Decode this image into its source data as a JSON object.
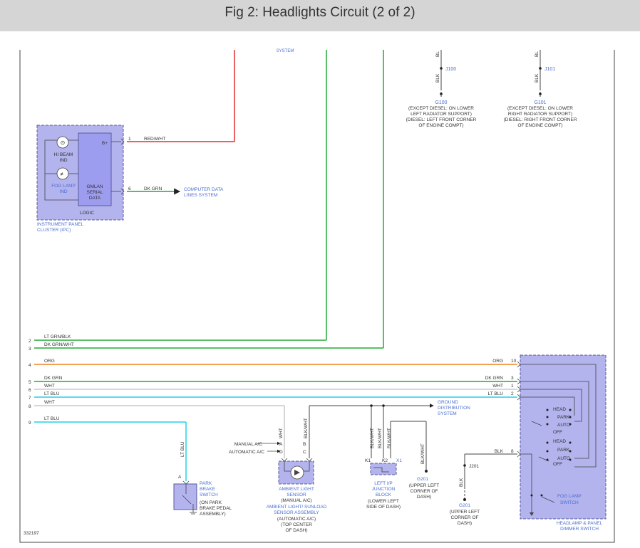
{
  "title": "Fig 2: Headlights Circuit (2 of 2)",
  "figure_id": "332197",
  "colors": {
    "red": "#e03030",
    "green": "#22aa33",
    "orange": "#f08020",
    "white_wire": "#c8c8c8",
    "cyan": "#20d0e8",
    "component_fill": "#b3b3ee",
    "component_border": "#5a5a9a",
    "logic_fill": "#9d9df0",
    "ref_text": "#4a6fd0",
    "line": "#444444"
  },
  "top": {
    "system_label": "SYSTEM",
    "g100": {
      "wire": "BLK",
      "wire_top": "BL",
      "junction": "J100",
      "ground": "G100",
      "desc": [
        "(EXCEPT DIESEL: ON LOWER",
        "LEFT RADIATOR SUPPORT)",
        "(DIESEL: LEFT FRONT CORNER",
        "OF ENGINE COMPT)"
      ]
    },
    "g101": {
      "wire": "BLK",
      "wire_top": "BL",
      "junction": "J101",
      "ground": "G101",
      "desc": [
        "(EXCEPT DIESEL: ON LOWER",
        "RIGHT RADIATOR SUPPORT)",
        "(DIESEL: RIGHT FRONT CORNER",
        "OF ENGINE COMPT)"
      ]
    }
  },
  "ipc": {
    "hi_beam": [
      "HI BEAM",
      "IND"
    ],
    "fog_lamp": [
      "FOG LAMP",
      "IND"
    ],
    "gmlan": [
      "GMLAN",
      "SERIAL",
      "DATA"
    ],
    "bplus": "B+",
    "logic": "LOGIC",
    "name": [
      "INSTRUMENT PANEL",
      "CLUSTER (IPC)"
    ],
    "pin1": "1",
    "wire1": "RED/WHT",
    "pin6": "6",
    "wire6": "DK GRN",
    "data_target": [
      "COMPUTER DATA",
      "LINES SYSTEM"
    ]
  },
  "left_wires": [
    {
      "num": "2",
      "label": "LT GRN/BLK"
    },
    {
      "num": "3",
      "label": "DK GRN/WHT"
    },
    {
      "num": "4",
      "label": "ORG"
    },
    {
      "num": "5",
      "label": "DK GRN"
    },
    {
      "num": "6",
      "label": "WHT"
    },
    {
      "num": "7",
      "label": "LT BLU"
    },
    {
      "num": "8",
      "label": "WHT"
    },
    {
      "num": "9",
      "label": "LT BLU"
    }
  ],
  "right_wires": [
    {
      "label": "ORG",
      "pin": "10"
    },
    {
      "label": "DK GRN",
      "pin": "3"
    },
    {
      "label": "WHT",
      "pin": "1"
    },
    {
      "label": "LT BLU",
      "pin": "2"
    },
    {
      "label": "BLK",
      "pin": "8"
    }
  ],
  "ground_dist": [
    "GROUND",
    "DISTRIBUTION",
    "SYSTEM"
  ],
  "park_brake": {
    "wire": "LT BLU",
    "pin": "A",
    "name": [
      "PARK",
      "BRAKE",
      "SWITCH"
    ],
    "desc": [
      "(ON PARK",
      "BRAKE PEDAL",
      "ASSEMBLY)"
    ]
  },
  "ambient": {
    "manual": "MANUAL A/C",
    "automatic": "AUTOMATIC A/C",
    "pin_a": "A",
    "pin_d": "D",
    "pin_c": "C",
    "pin_b": "B",
    "wire_wht": "WHT",
    "wire_blkwht": "BLK/WHT",
    "name": [
      "AMBIENT LIGHT",
      "SENSOR"
    ],
    "name2": "(MANUAL A/C)",
    "name3": [
      "AMBIENT LIGHT/ SUNLOAD",
      "SENSOR ASSEMBLY"
    ],
    "desc3": [
      "(AUTOMATIC A/C)",
      "(TOP CENTER",
      "OF DASH)"
    ]
  },
  "junction_block": {
    "wire": "BLK/WHT",
    "k1": "K1",
    "k2": "K2",
    "x1": "X1",
    "name": [
      "LEFT I/P",
      "JUNCTION",
      "BLOCK"
    ],
    "desc": [
      "(LOWER LEFT",
      "SIDE OF DASH)"
    ]
  },
  "g201_a": {
    "wire": "BLK/WHT",
    "ground": "G201",
    "desc": [
      "(UPPER LEFT",
      "CORNER OF",
      "DASH)"
    ]
  },
  "g201_b": {
    "junction": "J201",
    "wire": "BLK",
    "ground": "G201",
    "desc": [
      "(UPPER LEFT",
      "CORNER OF",
      "DASH)"
    ]
  },
  "headlamp_switch": {
    "positions1": [
      "HEAD",
      "PARK",
      "AUTO",
      "OFF"
    ],
    "positions2": [
      "HEAD",
      "PARK",
      "AUTO",
      "OFF"
    ],
    "fog": [
      "FOG LAMP",
      "SWITCH"
    ],
    "name": [
      "HEADLAMP & PANEL",
      "DIMMER SWITCH"
    ]
  }
}
